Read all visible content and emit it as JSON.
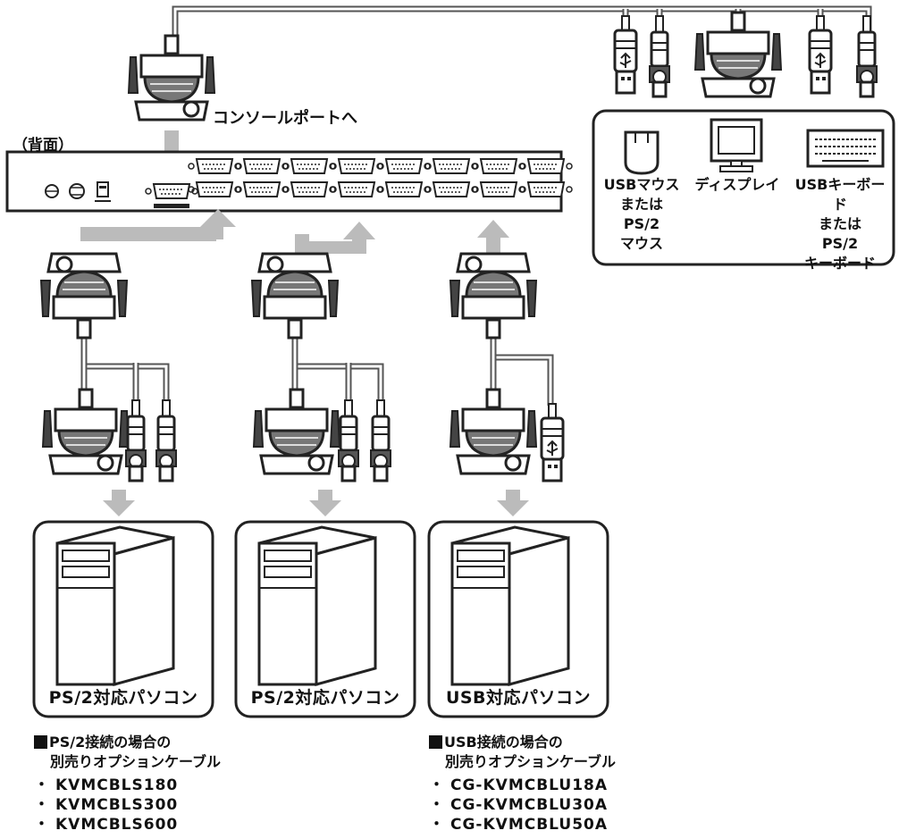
{
  "labels": {
    "console": "コンソールポートへ",
    "rear": "（背面）"
  },
  "console_devices": [
    {
      "lines": [
        "USBマウス",
        "または",
        "PS/2",
        "マウス"
      ]
    },
    {
      "lines": [
        "ディスプレイ"
      ]
    },
    {
      "lines": [
        "USBキーボード",
        "または",
        "PS/2",
        "キーボード"
      ]
    }
  ],
  "computers": [
    {
      "caption": "PS/2対応パソコン"
    },
    {
      "caption": "PS/2対応パソコン"
    },
    {
      "caption": "USB対応パソコン"
    }
  ],
  "options": [
    {
      "heading": "PS/2接続の場合の",
      "subheading": "別売りオプションケーブル",
      "items": [
        "KVMCBLS180",
        "KVMCBLS300",
        "KVMCBLS600"
      ]
    },
    {
      "heading": "USB接続の場合の",
      "subheading": "別売りオプションケーブル",
      "items": [
        "CG-KVMCBLU18A",
        "CG-KVMCBLU30A",
        "CG-KVMCBLU50A"
      ]
    }
  ]
}
